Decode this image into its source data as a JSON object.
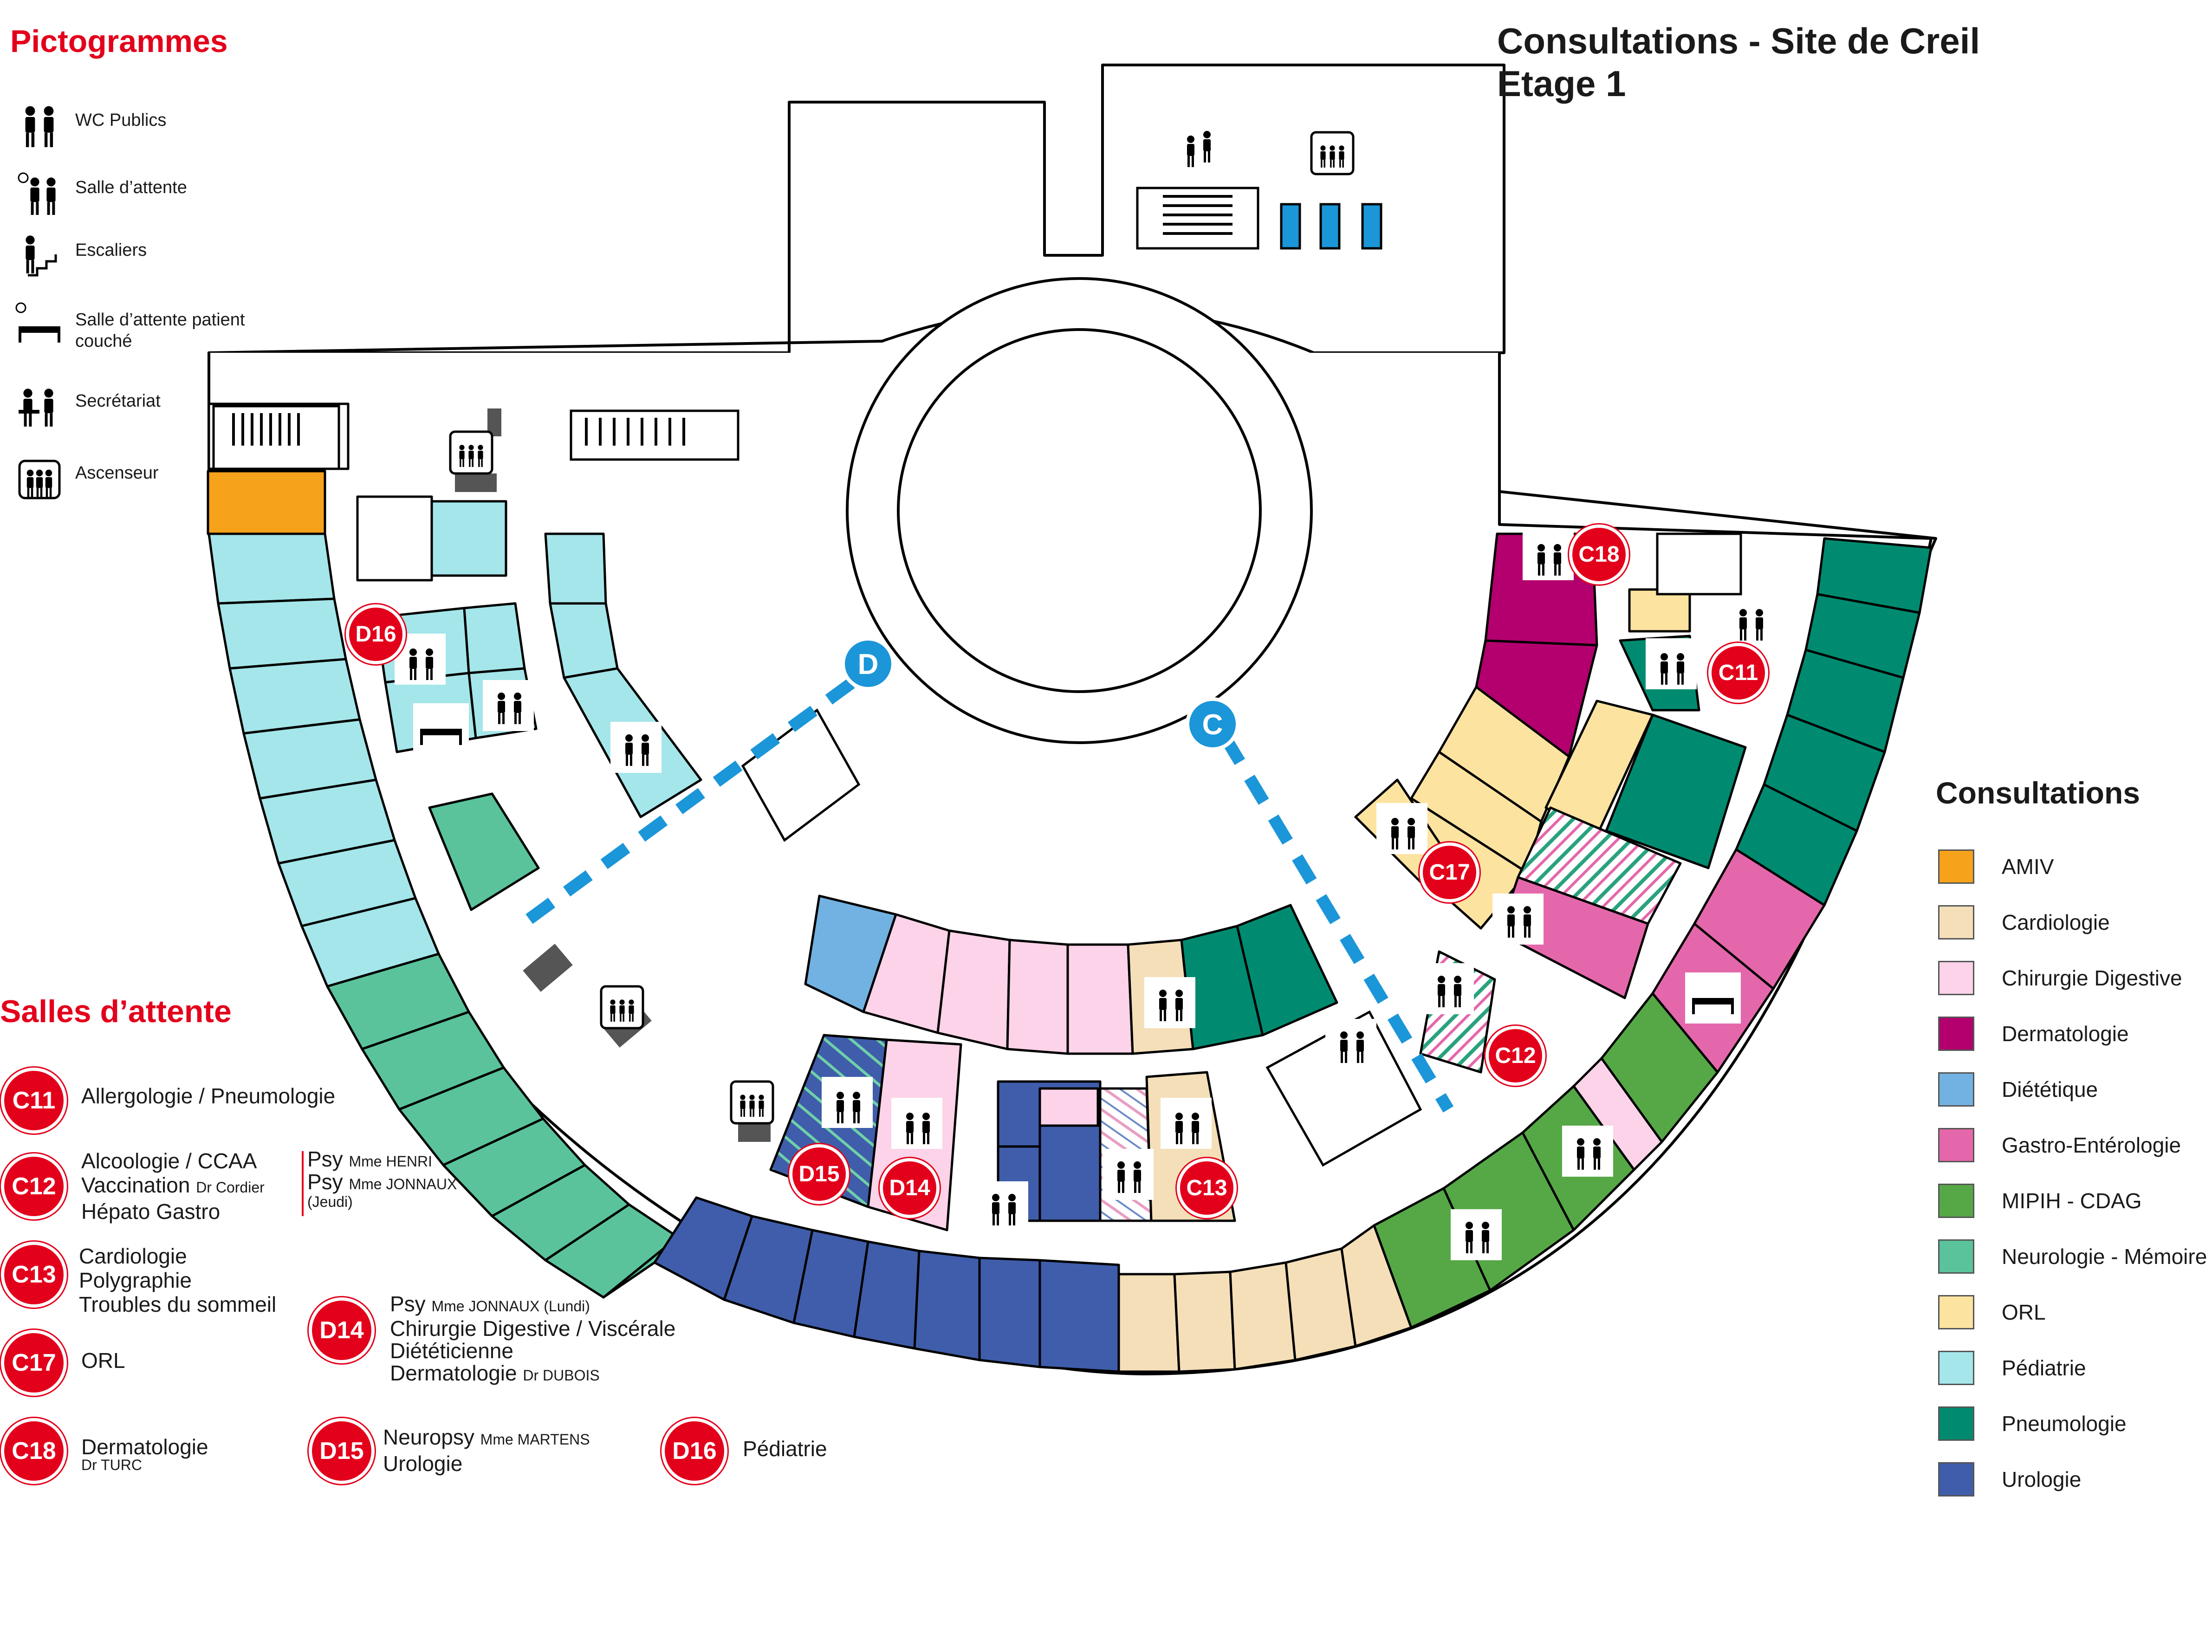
{
  "title": {
    "line1": "Consultations - Site de Creil",
    "line2": "Etage 1"
  },
  "pictogrammes": {
    "heading": "Pictogrammes",
    "items": [
      {
        "icon": "wc-icon",
        "label": "WC Publics"
      },
      {
        "icon": "waiting-room-icon",
        "label": "Salle d’attente"
      },
      {
        "icon": "stairs-icon",
        "label": "Escaliers"
      },
      {
        "icon": "stretcher-icon",
        "label": "Salle d’attente patient couché"
      },
      {
        "icon": "secretariat-icon",
        "label": "Secrétariat"
      },
      {
        "icon": "elevator-icon",
        "label": "Ascenseur"
      }
    ]
  },
  "salles": {
    "heading": "Salles d’attente",
    "entries": {
      "c11": {
        "code": "C11",
        "lines": [
          "Allergologie / Pneumologie"
        ]
      },
      "c12": {
        "code": "C12",
        "line1": "Alcoologie / CCAA",
        "line2": "Vaccination",
        "line2_small": "Dr Cordier",
        "line3": "Hépato Gastro",
        "psy1": "Psy",
        "psy1_small": "Mme HENRI",
        "psy2": "Psy",
        "psy2_small": "Mme JONNAUX",
        "psy2_note": "(Jeudi)"
      },
      "c13": {
        "code": "C13",
        "line1": "Cardiologie",
        "line2": "Polygraphie",
        "line3": "Troubles du sommeil"
      },
      "c17": {
        "code": "C17",
        "line1": "ORL"
      },
      "c18": {
        "code": "C18",
        "line1": "Dermatologie",
        "line1_small": "Dr TURC"
      },
      "d14": {
        "code": "D14",
        "line1": "Psy",
        "line1_small": "Mme JONNAUX (Lundi)",
        "line2": "Chirurgie Digestive / Viscérale",
        "line3": "Diététicienne",
        "line4": "Dermatologie",
        "line4_small": "Dr DUBOIS"
      },
      "d15": {
        "code": "D15",
        "line1": "Neuropsy",
        "line1_small": "Mme MARTENS",
        "line2": "Urologie"
      },
      "d16": {
        "code": "D16",
        "line1": "Pédiatrie"
      }
    }
  },
  "consultations": {
    "heading": "Consultations",
    "legend": [
      {
        "label": "AMIV",
        "color": "#f7a21b"
      },
      {
        "label": "Cardiologie",
        "color": "#f4dfb8"
      },
      {
        "label": "Chirurgie Digestive",
        "color": "#fcd3e8"
      },
      {
        "label": "Dermatologie",
        "color": "#b3006e"
      },
      {
        "label": "Diététique",
        "color": "#72b2e2"
      },
      {
        "label": "Gastro-Entérologie",
        "color": "#e567ab"
      },
      {
        "label": "MIPIH - CDAG",
        "color": "#56a846"
      },
      {
        "label": "Neurologie - Mémoire",
        "color": "#5ac39b"
      },
      {
        "label": "ORL",
        "color": "#fde3a0"
      },
      {
        "label": "Pédiatrie",
        "color": "#a4e6ea"
      },
      {
        "label": "Pneumologie",
        "color": "#008b71"
      },
      {
        "label": "Urologie",
        "color": "#3f5daa"
      }
    ]
  },
  "map": {
    "corridor_labels": [
      "D",
      "C"
    ],
    "corridor_color": "#1b96d8",
    "badges": [
      "D16",
      "C18",
      "C11",
      "C17",
      "C12",
      "D15",
      "D14",
      "C13"
    ]
  }
}
